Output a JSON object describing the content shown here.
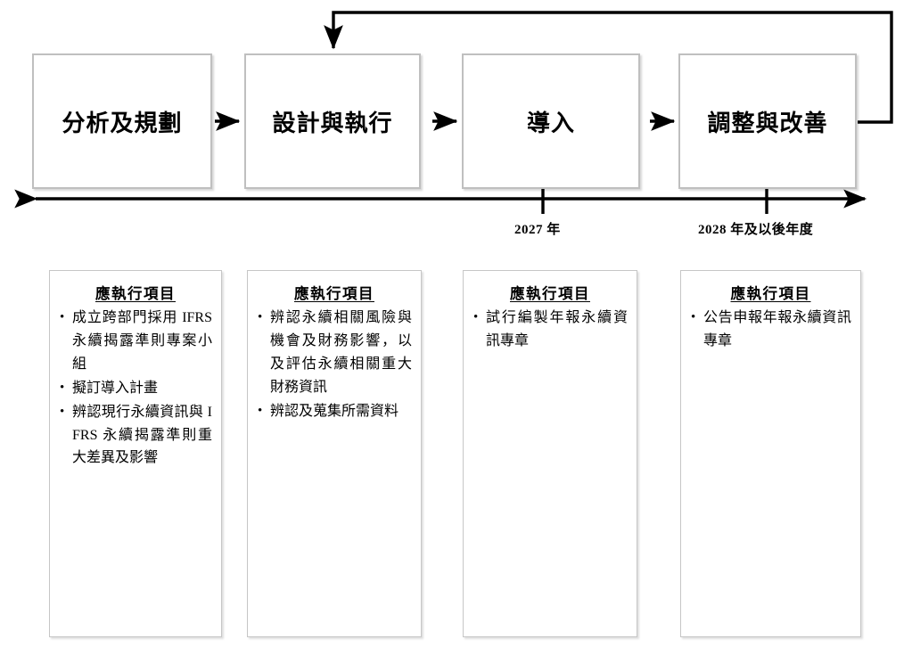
{
  "diagram": {
    "title_visible": false,
    "accent_border_color": "#bfbfbf",
    "line_color": "#000000",
    "background_color": "#ffffff"
  },
  "phases": [
    {
      "id": "phase-analysis-planning",
      "label": "分析及規劃"
    },
    {
      "id": "phase-design-execution",
      "label": "設計與執行"
    },
    {
      "id": "phase-adoption",
      "label": "導入"
    },
    {
      "id": "phase-adjust-improve",
      "label": "調整與改善"
    }
  ],
  "connectors": {
    "arrow_1_2": "→",
    "arrow_2_3": "→",
    "arrow_3_4": "→",
    "feedback_loop": "feedback-arrow-from-adjust-to-design"
  },
  "timeline": {
    "axis": "double-headed-horizontal-axis",
    "ticks": [
      {
        "id": "tick-2027",
        "label": "2027 年"
      },
      {
        "id": "tick-2028",
        "label": "2028 年及以後年度"
      }
    ]
  },
  "detail_boxes": [
    {
      "id": "detail-analysis-planning",
      "title": "應執行項目",
      "items": [
        "成立跨部門採用 IFRS 永續揭露準則專案小組",
        "擬訂導入計畫",
        "辨認現行永續資訊與 IFRS 永續揭露準則重大差異及影響"
      ]
    },
    {
      "id": "detail-design-execution",
      "title": "應執行項目",
      "items": [
        "辨認永續相關風險與機會及財務影響，以及評估永續相關重大財務資訊",
        "辨認及蒐集所需資料"
      ]
    },
    {
      "id": "detail-adoption",
      "title": "應執行項目",
      "items": [
        "試行編製年報永續資訊專章"
      ]
    },
    {
      "id": "detail-adjust-improve",
      "title": "應執行項目",
      "items": [
        "公告申報年報永續資訊專章"
      ]
    }
  ]
}
